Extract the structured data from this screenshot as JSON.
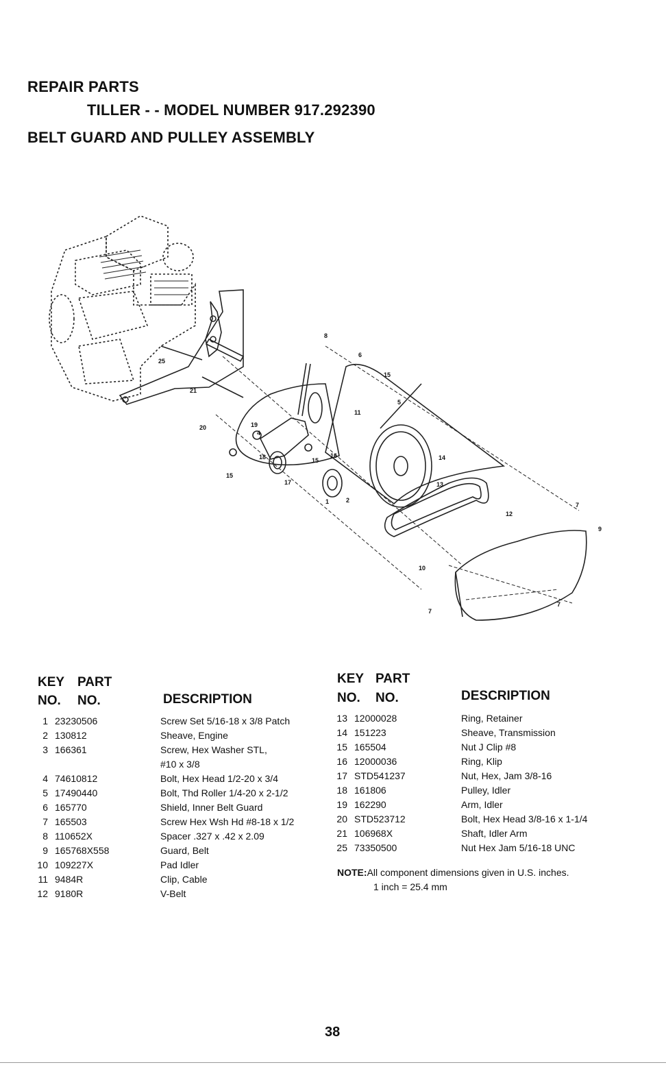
{
  "header": {
    "section": "REPAIR PARTS",
    "model": "TILLER - - MODEL NUMBER 917.292390",
    "assembly": "BELT GUARD AND PULLEY ASSEMBLY"
  },
  "diagram": {
    "callouts": [
      "1",
      "2",
      "4",
      "5",
      "6",
      "7",
      "7",
      "7",
      "8",
      "9",
      "10",
      "11",
      "12",
      "13",
      "14",
      "15",
      "15",
      "15",
      "16",
      "17",
      "18",
      "19",
      "20",
      "21",
      "25"
    ]
  },
  "table_headers": {
    "key": "KEY",
    "no": "NO.",
    "part": "PART",
    "part_no": "NO.",
    "description": "DESCRIPTION"
  },
  "parts_left": [
    {
      "key": "1",
      "part": "23230506",
      "desc": "Screw Set 5/16-18 x 3/8 Patch"
    },
    {
      "key": "2",
      "part": "130812",
      "desc": "Sheave, Engine"
    },
    {
      "key": "3",
      "part": "166361",
      "desc": "Screw, Hex Washer STL,",
      "desc2": "#10 x 3/8"
    },
    {
      "key": "4",
      "part": "74610812",
      "desc": "Bolt, Hex Head  1/2-20 x 3/4"
    },
    {
      "key": "5",
      "part": "17490440",
      "desc": "Bolt, Thd Roller 1/4-20 x 2-1/2"
    },
    {
      "key": "6",
      "part": "165770",
      "desc": "Shield, Inner Belt Guard"
    },
    {
      "key": "7",
      "part": "165503",
      "desc": "Screw Hex Wsh Hd #8-18 x 1/2"
    },
    {
      "key": "8",
      "part": "110652X",
      "desc": "Spacer .327 x .42 x 2.09"
    },
    {
      "key": "9",
      "part": "165768X558",
      "desc": "Guard, Belt"
    },
    {
      "key": "10",
      "part": "109227X",
      "desc": "Pad Idler"
    },
    {
      "key": "11",
      "part": "9484R",
      "desc": "Clip, Cable"
    },
    {
      "key": "12",
      "part": "9180R",
      "desc": "V-Belt"
    }
  ],
  "parts_right": [
    {
      "key": "13",
      "part": "12000028",
      "desc": "Ring, Retainer"
    },
    {
      "key": "14",
      "part": "151223",
      "desc": "Sheave, Transmission"
    },
    {
      "key": "15",
      "part": "165504",
      "desc": "Nut J Clip #8"
    },
    {
      "key": "16",
      "part": "12000036",
      "desc": "Ring, Klip"
    },
    {
      "key": "17",
      "part": "STD541237",
      "desc": "Nut, Hex, Jam  3/8-16"
    },
    {
      "key": "18",
      "part": "161806",
      "desc": "Pulley, Idler"
    },
    {
      "key": "19",
      "part": "162290",
      "desc": "Arm, Idler"
    },
    {
      "key": "20",
      "part": "STD523712",
      "desc": "Bolt, Hex Head  3/8-16 x  1-1/4"
    },
    {
      "key": "21",
      "part": "106968X",
      "desc": "Shaft, Idler Arm"
    },
    {
      "key": "25",
      "part": "73350500",
      "desc": "Nut Hex Jam 5/16-18 UNC"
    }
  ],
  "note": {
    "label": "NOTE:",
    "text": "All component dimensions given in U.S. inches.",
    "conversion": "1 inch = 25.4 mm"
  },
  "page_number": "38"
}
